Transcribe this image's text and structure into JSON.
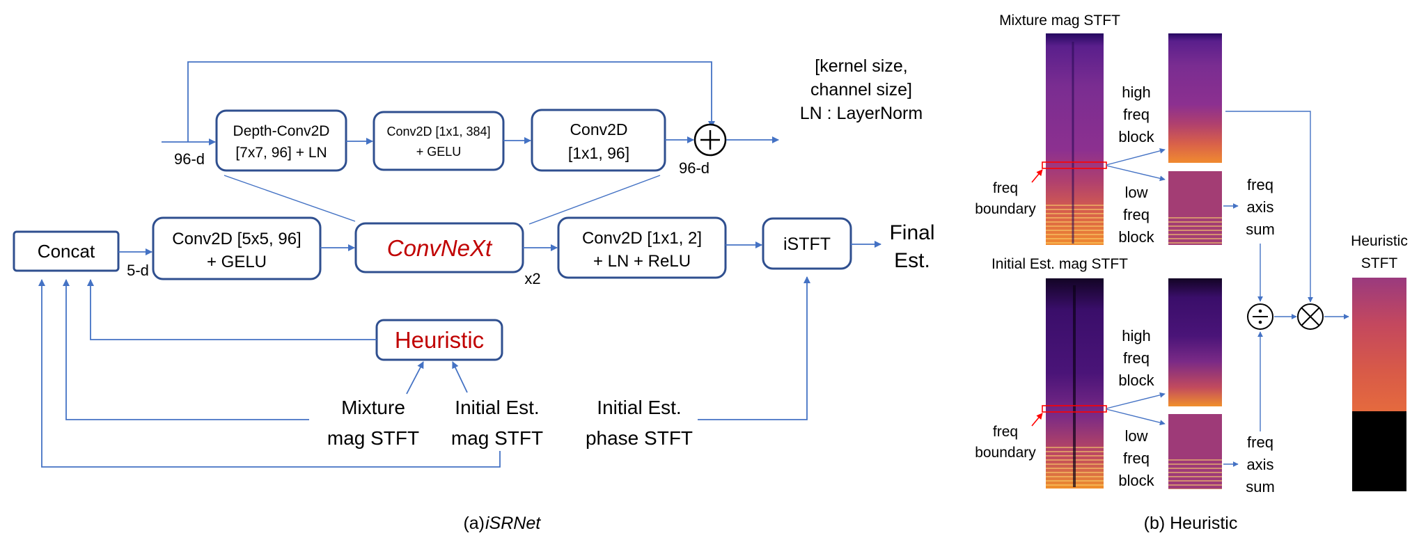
{
  "isrnet": {
    "depth_conv": [
      "Depth-Conv2D",
      "[7x7, 96] + LN"
    ],
    "conv_384": [
      "Conv2D [1x1, 384]",
      "+ GELU"
    ],
    "conv_96": [
      "Conv2D",
      "[1x1, 96]"
    ],
    "input_dim": "96-d",
    "output_dim": "96-d",
    "legend": [
      "[kernel size,",
      "channel size]",
      "LN : LayerNorm"
    ],
    "concat": "Concat",
    "concat_dim": "5-d",
    "conv_5x5": [
      "Conv2D [5x5, 96]",
      "+ GELU"
    ],
    "convnext": "ConvNeXt",
    "repeat": "x2",
    "conv_1x1_2": [
      "Conv2D [1x1, 2]",
      "+ LN + ReLU"
    ],
    "istft": "iSTFT",
    "final_est": [
      "Final",
      "Est."
    ],
    "heuristic": "Heuristic",
    "mixture_mag": [
      "Mixture",
      "mag STFT"
    ],
    "initial_mag": [
      "Initial Est.",
      "mag STFT"
    ],
    "initial_phase": [
      "Initial Est.",
      "phase STFT"
    ],
    "caption_prefix": "(a) ",
    "caption_name": "iSRNet"
  },
  "heuristic_panel": {
    "mixture_title": "Mixture mag STFT",
    "initial_title": "Initial Est. mag STFT",
    "high_block": [
      "high",
      "freq",
      "block"
    ],
    "low_block": [
      "low",
      "freq",
      "block"
    ],
    "freq_boundary": [
      "freq",
      "boundary"
    ],
    "axis_sum": [
      "freq",
      "axis",
      "sum"
    ],
    "output_title": [
      "Heuristic",
      "STFT"
    ],
    "caption": "(b) Heuristic"
  },
  "colors": {
    "accent_red": "#c00000",
    "arrow_blue": "#4472c4",
    "box_border": "#2f4f8f"
  }
}
